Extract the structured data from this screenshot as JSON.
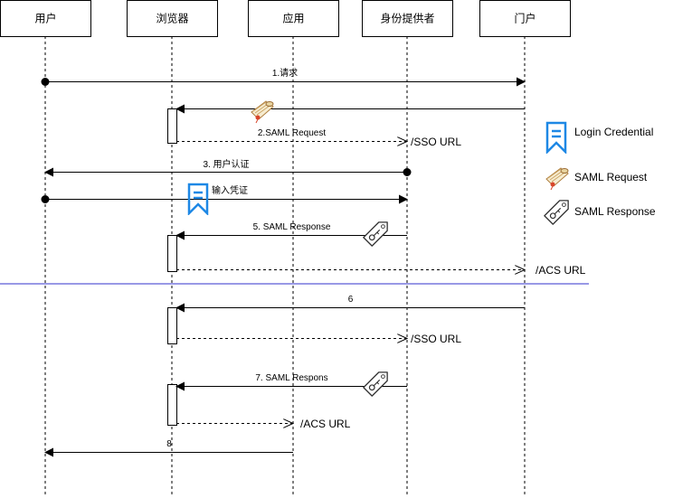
{
  "participants": [
    {
      "id": "user",
      "label": "用户"
    },
    {
      "id": "browser",
      "label": "浏览器"
    },
    {
      "id": "app",
      "label": "应用"
    },
    {
      "id": "idp",
      "label": "身份提供者"
    },
    {
      "id": "portal",
      "label": "门户"
    }
  ],
  "messages": [
    {
      "from": "user",
      "to": "portal",
      "label": "1.请求",
      "style": "solid",
      "start": "dot",
      "icon": null
    },
    {
      "from": "portal",
      "to": "browser",
      "label": "",
      "style": "solid",
      "start": "none",
      "icon": "saml-request"
    },
    {
      "from": "browser",
      "to": "idp",
      "label": "2.SAML Request",
      "style": "dashed",
      "start": "none",
      "icon": null,
      "target_note": "/SSO URL"
    },
    {
      "from": "idp",
      "to": "user",
      "label": "3. 用户认证",
      "style": "solid",
      "start": "dot",
      "icon": null
    },
    {
      "from": "user",
      "to": "idp",
      "label": "输入凭证",
      "style": "solid",
      "start": "dot",
      "icon": "login-credential"
    },
    {
      "from": "idp",
      "to": "browser",
      "label": "5. SAML Response",
      "style": "solid",
      "start": "none",
      "icon": "saml-response"
    },
    {
      "from": "browser",
      "to": "portal",
      "label": "",
      "style": "dashed",
      "start": "none",
      "icon": null,
      "target_note": "/ACS URL"
    },
    {
      "from": "portal",
      "to": "browser",
      "label": "6",
      "style": "solid",
      "start": "none",
      "icon": null
    },
    {
      "from": "browser",
      "to": "idp",
      "label": "",
      "style": "dashed",
      "start": "none",
      "icon": null,
      "target_note": "/SSO URL"
    },
    {
      "from": "idp",
      "to": "browser",
      "label": "7. SAML Respons",
      "style": "solid",
      "start": "none",
      "icon": "saml-response"
    },
    {
      "from": "browser",
      "to": "app",
      "label": "",
      "style": "dashed",
      "start": "none",
      "icon": null,
      "target_note": "/ACS URL"
    },
    {
      "from": "app",
      "to": "user",
      "label": "8",
      "style": "solid",
      "start": "none",
      "icon": null
    }
  ],
  "legend": [
    {
      "icon": "login-credential",
      "label": "Login Credential"
    },
    {
      "icon": "saml-request",
      "label": "SAML Request"
    },
    {
      "icon": "saml-response",
      "label": "SAML Response"
    }
  ],
  "colors": {
    "separator": "#3333cc",
    "credential": "#1e88e5"
  }
}
